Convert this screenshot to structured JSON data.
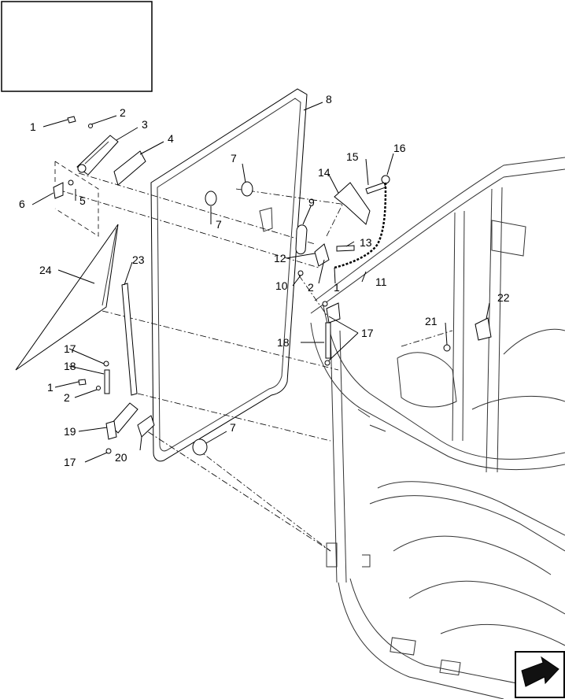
{
  "callouts": {
    "c1a": "1",
    "c2a": "2",
    "c3": "3",
    "c4": "4",
    "c5": "5",
    "c6": "6",
    "c7a": "7",
    "c7b": "7",
    "c7c": "7",
    "c8": "8",
    "c9": "9",
    "c10": "10",
    "c11": "11",
    "c12": "12",
    "c13": "13",
    "c14": "14",
    "c15": "15",
    "c16": "16",
    "c2b": "2",
    "c1b": "1",
    "c17a": "17",
    "c17b": "17",
    "c17c": "17",
    "c18a": "18",
    "c18b": "18",
    "c1c": "1",
    "c2c": "2",
    "c19": "19",
    "c20": "20",
    "c21": "21",
    "c22": "22",
    "c23": "23",
    "c24": "24"
  },
  "icons": {
    "nav": "next-page-arrow-icon"
  },
  "colors": {
    "line": "#000000",
    "background": "#ffffff"
  }
}
